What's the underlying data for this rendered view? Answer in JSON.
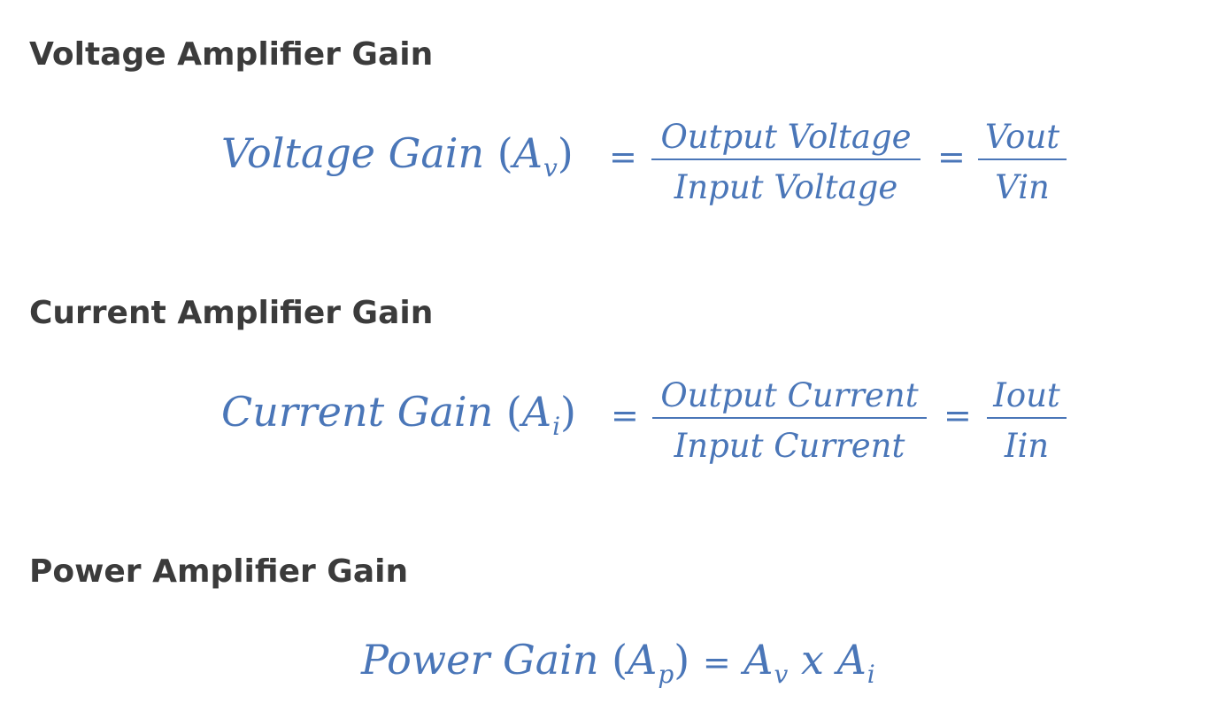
{
  "sections": [
    {
      "heading": "Voltage Amplifier Gain",
      "lhs_text": "Voltage Gain",
      "symbol": "A",
      "subscript": "v",
      "eq1": "=",
      "frac1_num": "Output Voltage",
      "frac1_den": "Input Voltage",
      "eq2": "=",
      "frac2_num": "Vout",
      "frac2_den": "Vin"
    },
    {
      "heading": "Current Amplifier Gain",
      "lhs_text": "Current Gain",
      "symbol": "A",
      "subscript": "i",
      "eq1": "=",
      "frac1_num": "Output Current",
      "frac1_den": "Input Current",
      "eq2": "=",
      "frac2_num": "Iout",
      "frac2_den": "Iin"
    },
    {
      "heading": "Power Amplifier Gain",
      "lhs_text": "Power Gain",
      "symbol": "A",
      "subscript": "p",
      "eq1": "=",
      "rhs_a": "A",
      "rhs_a_sub": "v",
      "rhs_times": "x",
      "rhs_b": "A",
      "rhs_b_sub": "i"
    }
  ],
  "colors": {
    "heading": "#3b3b3b",
    "formula": "#4a76b8"
  }
}
